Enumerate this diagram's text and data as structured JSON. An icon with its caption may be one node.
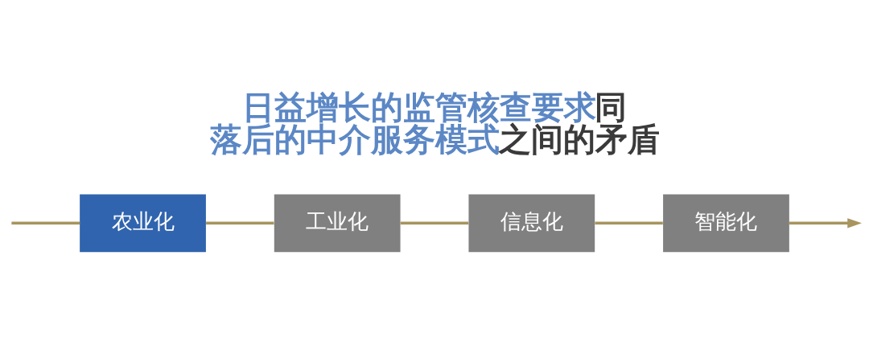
{
  "diagram": {
    "title": "**日益增长的监管核查要求**同**落后的中介服务模式**之间的矛盾",
    "nodes": [
      {
        "text": [
          "农业化"
        ]
      },
      {
        "text": [
          "工业化"
        ]
      },
      {
        "text": [
          "信息化"
        ]
      },
      {
        "text": [
          "智能化"
        ]
      }
    ],
    "edges": [
      {
        "from": null,
        "to": 0,
        "arrow": "none"
      },
      {
        "from": 0,
        "to": 1,
        "arrow": "none"
      },
      {
        "from": 1,
        "to": 2,
        "arrow": "none"
      },
      {
        "from": 2,
        "to": 3,
        "arrow": "none"
      },
      {
        "from": 3,
        "to": null,
        "arrow": "to"
      }
    ]
  }
}
